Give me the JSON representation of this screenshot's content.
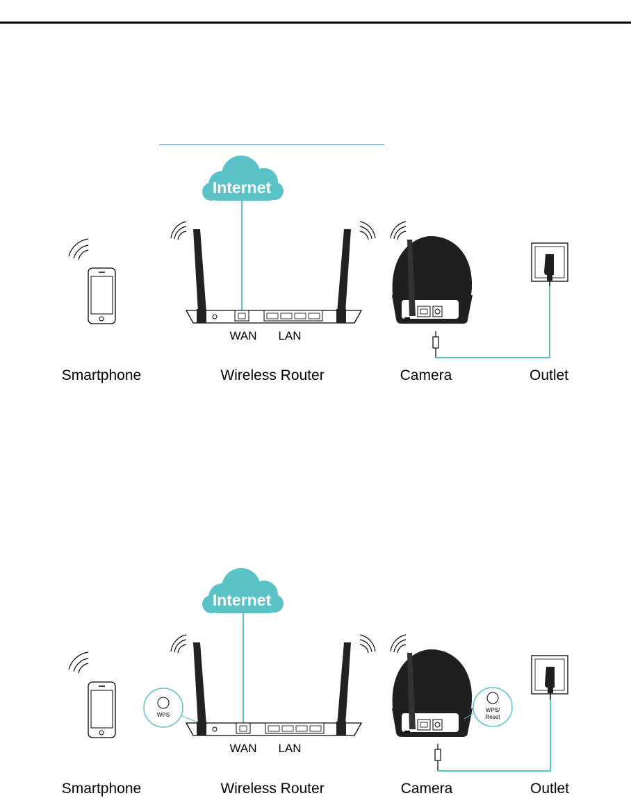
{
  "colors": {
    "accent": "#5bc2c8",
    "device_dark": "#1f1f1f",
    "line": "#000000",
    "link_underline": "#4a86c4"
  },
  "diagrams": [
    {
      "cloud_label": "Internet",
      "port_labels": {
        "wan": "WAN",
        "lan": "LAN"
      },
      "captions": {
        "smartphone": "Smartphone",
        "router": "Wireless Router",
        "camera": "Camera",
        "outlet": "Outlet"
      }
    },
    {
      "cloud_label": "Internet",
      "port_labels": {
        "wan": "WAN",
        "lan": "LAN"
      },
      "wps_router_label": "WPS",
      "wps_camera_label_line1": "WPS/",
      "wps_camera_label_line2": "Reset",
      "captions": {
        "smartphone": "Smartphone",
        "router": "Wireless Router",
        "camera": "Camera",
        "outlet": "Outlet"
      }
    }
  ],
  "icons": [
    "wifi-signal-icon",
    "smartphone-icon",
    "router-icon",
    "camera-icon",
    "power-outlet-icon",
    "internet-cloud-icon",
    "wps-button-icon"
  ]
}
